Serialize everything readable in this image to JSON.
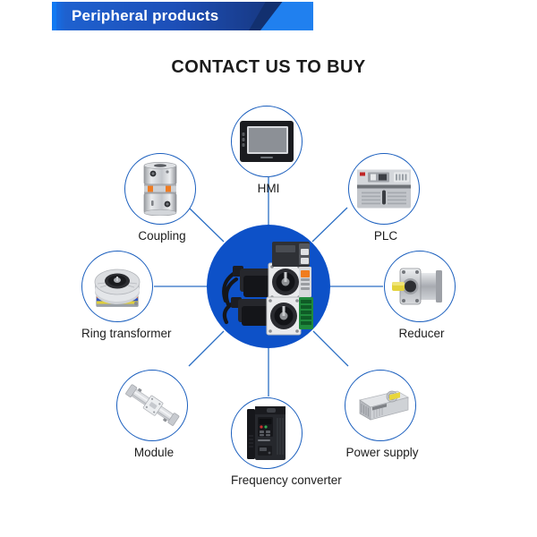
{
  "banner": {
    "title": "Peripheral products",
    "colors": {
      "band_start": "#1273ef",
      "band_end": "#17377f",
      "accent_light": "#2080ef",
      "accent_dark": "#12306f"
    }
  },
  "heading": {
    "text": "CONTACT US TO BUY"
  },
  "diagram": {
    "type": "hub-and-spoke",
    "hub": {
      "name": "servo-motor-and-drive",
      "circle_color": "#0d51c8"
    },
    "spoke_color": "#2a6ec4",
    "bubble_border_color": "#1b5fbe",
    "nodes": [
      {
        "id": "hmi",
        "label": "HMI",
        "icon": "hmi-touch-panel-icon"
      },
      {
        "id": "plc",
        "label": "PLC",
        "icon": "plc-module-icon"
      },
      {
        "id": "reducer",
        "label": "Reducer",
        "icon": "planetary-gearbox-icon"
      },
      {
        "id": "power-supply",
        "label": "Power supply",
        "icon": "switching-power-supply-icon"
      },
      {
        "id": "frequency-converter",
        "label": "Frequency converter",
        "icon": "vfd-drive-icon"
      },
      {
        "id": "module",
        "label": "Module",
        "icon": "linear-actuator-icon"
      },
      {
        "id": "ring-transformer",
        "label": "Ring transformer",
        "icon": "toroidal-transformer-icon"
      },
      {
        "id": "coupling",
        "label": "Coupling",
        "icon": "shaft-coupling-icon"
      }
    ]
  }
}
